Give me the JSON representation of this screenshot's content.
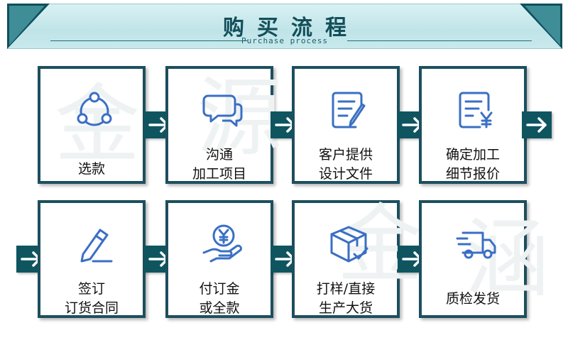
{
  "header": {
    "title": "购买流程",
    "subtitle": "Purchase  process"
  },
  "colors": {
    "frame": "#1d4f5e",
    "arrow": "#0f5560",
    "icon": "#3a6fc4",
    "banner": "#c8e9ec"
  },
  "steps": [
    {
      "icon": "share-circle-icon",
      "lines": [
        "选款"
      ]
    },
    {
      "icon": "chat-bubbles-icon",
      "lines": [
        "沟通",
        "加工项目"
      ]
    },
    {
      "icon": "edit-document-icon",
      "lines": [
        "客户提供",
        "设计文件"
      ]
    },
    {
      "icon": "price-document-icon",
      "lines": [
        "确定加工",
        "细节报价"
      ]
    },
    {
      "icon": "pen-sign-icon",
      "lines": [
        "签订",
        "订货合同"
      ]
    },
    {
      "icon": "hand-coin-icon",
      "lines": [
        "付订金",
        "或全款"
      ]
    },
    {
      "icon": "package-box-icon",
      "lines": [
        "打样/直接",
        "生产大货"
      ]
    },
    {
      "icon": "delivery-truck-icon",
      "lines": [
        "质检发货"
      ]
    }
  ]
}
